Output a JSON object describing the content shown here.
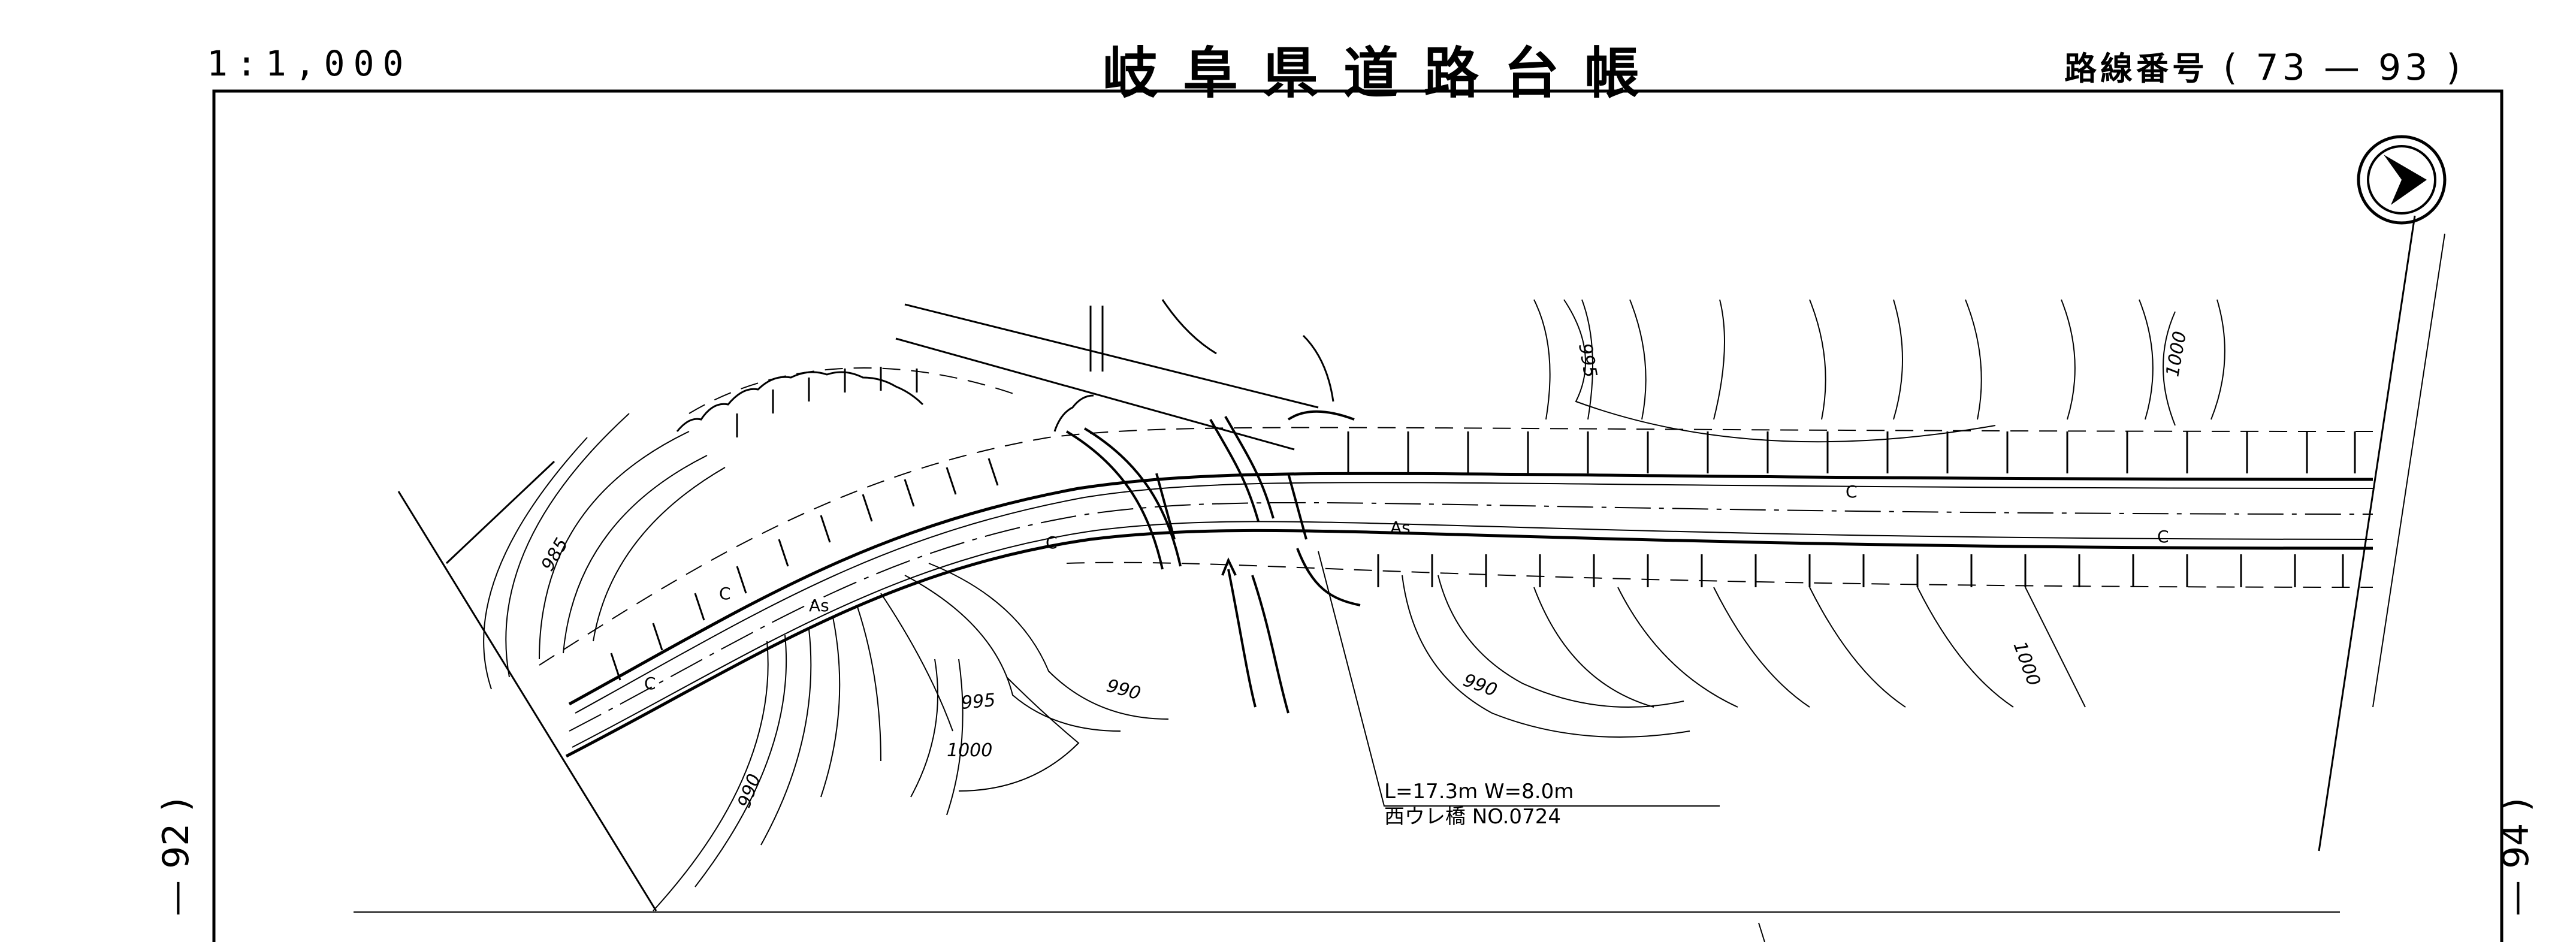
{
  "header": {
    "scale": "1:1,000",
    "title": "岐阜県道路台帳",
    "route_label": "路線番号",
    "route_number": "( 73 — 93 )"
  },
  "adjacent_sheets": {
    "left": "— 92 )",
    "right": "— 94 )"
  },
  "map": {
    "north_arrow": "north-arrow",
    "contour_labels": [
      "995",
      "1000",
      "985",
      "990",
      "995",
      "1000",
      "990",
      "990",
      "1000"
    ],
    "road_labels": [
      "As",
      "As",
      "C",
      "C",
      "C",
      "C",
      "C"
    ],
    "bridge": {
      "dimensions": "L=17.3m   W=8.0m",
      "name": "西ウレ橋   NO.0724"
    }
  }
}
